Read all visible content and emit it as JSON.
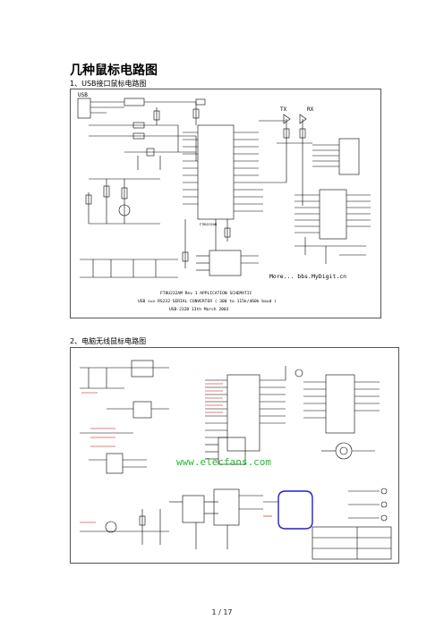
{
  "document": {
    "title": "几种鼠标电路图",
    "sections": [
      {
        "heading": "1、USB接口鼠标电路图",
        "labels": {
          "usb": "USB",
          "tx": "TX",
          "rx": "RX",
          "chip": "FT8U232AM",
          "watermark": "More... bbs.MyDigit.cn",
          "caption1": "FT8U232AM Rev 1 APPLICATION SCHEMATIC",
          "caption2": "USB <=> RS232 SERIAL CONVERTER ( 300 to 115k/460k baud )",
          "caption3": "USB-232B 13th March 2003"
        }
      },
      {
        "heading": "2、电脑无线鼠标电路图",
        "labels": {
          "watermark": "www.elecfans.com"
        }
      }
    ],
    "page_indicator": "1 / 17"
  }
}
